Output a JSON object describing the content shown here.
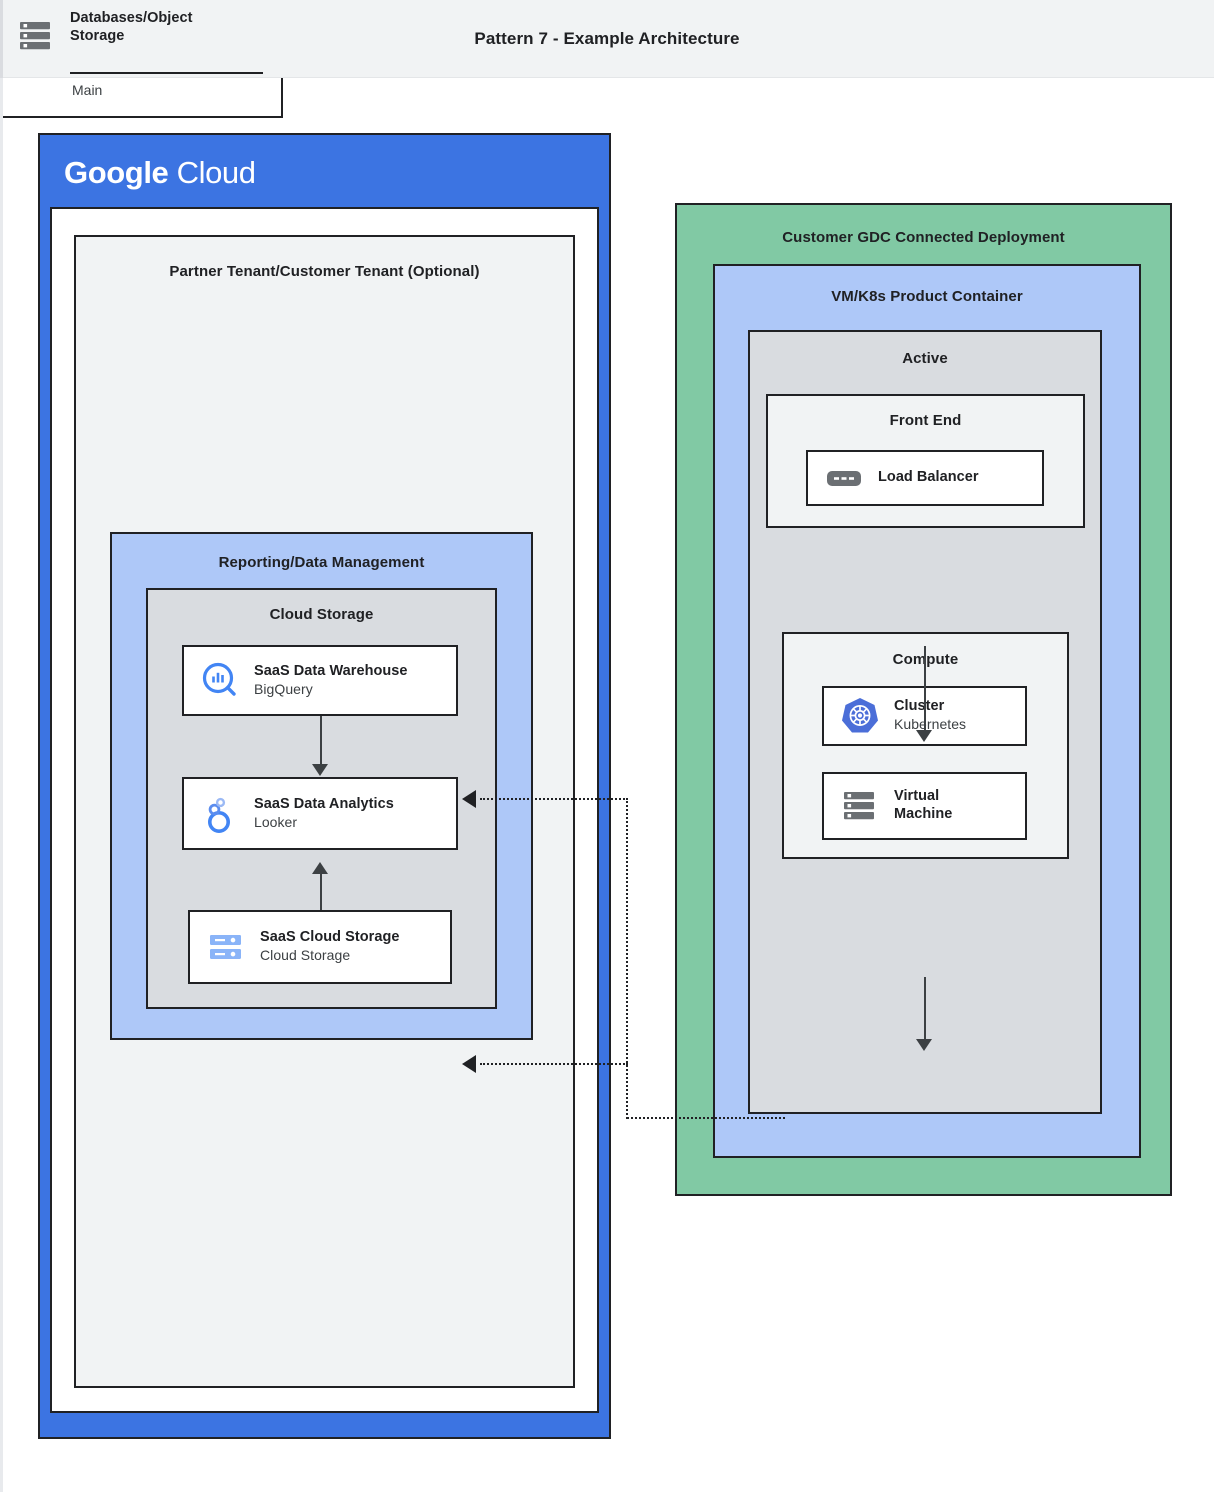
{
  "header": {
    "title": "Pattern 7 - Example Architecture"
  },
  "colors": {
    "google_blue": "#3c74e2",
    "light_blue": "#aec8f8",
    "green": "#81c9a4",
    "gray": "#d9dce0",
    "light_gray": "#f1f3f4",
    "stroke": "#202124"
  },
  "google_cloud": {
    "logo_bold": "Google",
    "logo_light": "Cloud",
    "tenant": {
      "title": "Partner Tenant/Customer Tenant (Optional)",
      "reporting": {
        "title": "Reporting/Data Management",
        "cloud_storage": {
          "title": "Cloud Storage",
          "services": [
            {
              "name": "SaaS Data Warehouse",
              "sub": "BigQuery",
              "icon": "bigquery-icon"
            },
            {
              "name": "SaaS Data Analytics",
              "sub": "Looker",
              "icon": "looker-icon"
            },
            {
              "name": "SaaS Cloud Storage",
              "sub": "Cloud Storage",
              "icon": "cloud-storage-icon"
            }
          ]
        }
      }
    }
  },
  "gdc": {
    "title": "Customer GDC Connected Deployment",
    "product_container": {
      "title": "VM/K8s Product Container",
      "active": {
        "title": "Active",
        "front_end": {
          "title": "Front End",
          "services": [
            {
              "name": "Load Balancer",
              "sub": "",
              "icon": "load-balancer-icon"
            }
          ]
        },
        "compute": {
          "title": "Compute",
          "services": [
            {
              "name": "Cluster",
              "sub": "Kubernetes",
              "icon": "kubernetes-icon"
            },
            {
              "name": "Virtual Machine",
              "sub": "",
              "icon": "virtual-machine-icon"
            }
          ]
        },
        "database": {
          "name": "Databases/Object Storage",
          "sub": "Main",
          "icon": "database-icon"
        }
      }
    }
  }
}
